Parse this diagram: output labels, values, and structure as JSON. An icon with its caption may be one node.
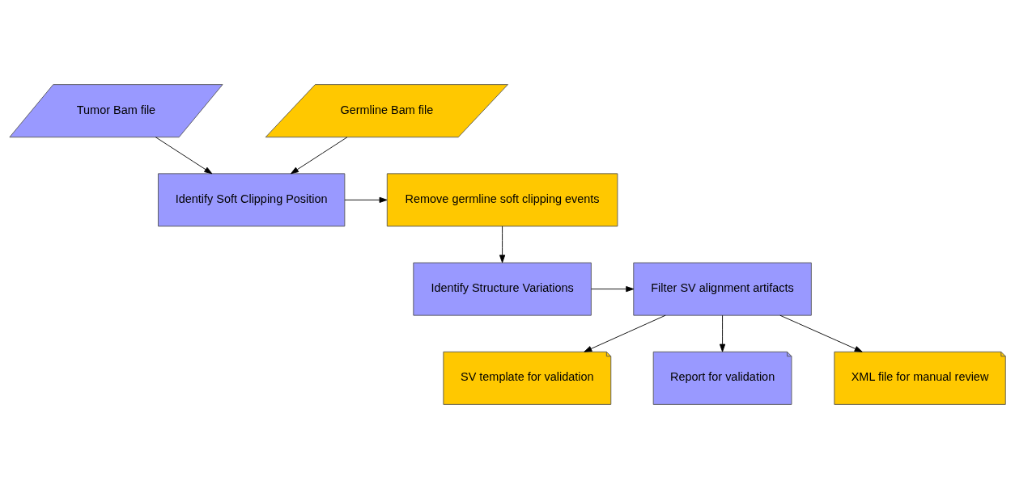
{
  "diagram": {
    "nodes": [
      {
        "text": [
          "Tumor Bam file"
        ]
      },
      {
        "text": [
          "Germline Bam file"
        ]
      },
      {
        "text": [
          "Identify Soft Clipping Position"
        ]
      },
      {
        "text": [
          "Remove germline soft clipping events"
        ]
      },
      {
        "text": [
          "Identify Structure Variations"
        ]
      },
      {
        "text": [
          "Filter SV alignment artifacts"
        ]
      },
      {
        "text": [
          "SV template for validation"
        ]
      },
      {
        "text": [
          "Report for validation"
        ]
      },
      {
        "text": [
          "XML file for manual review"
        ]
      }
    ],
    "edges": [
      {
        "from": 0,
        "to": 2,
        "arrow": "to"
      },
      {
        "from": 1,
        "to": 2,
        "arrow": "to"
      },
      {
        "from": 2,
        "to": 3,
        "arrow": "to"
      },
      {
        "from": 3,
        "to": 4,
        "arrow": "to"
      },
      {
        "from": 4,
        "to": 5,
        "arrow": "to"
      },
      {
        "from": 5,
        "to": 6,
        "arrow": "to"
      },
      {
        "from": 5,
        "to": 7,
        "arrow": "to"
      },
      {
        "from": 5,
        "to": 8,
        "arrow": "to"
      }
    ]
  }
}
